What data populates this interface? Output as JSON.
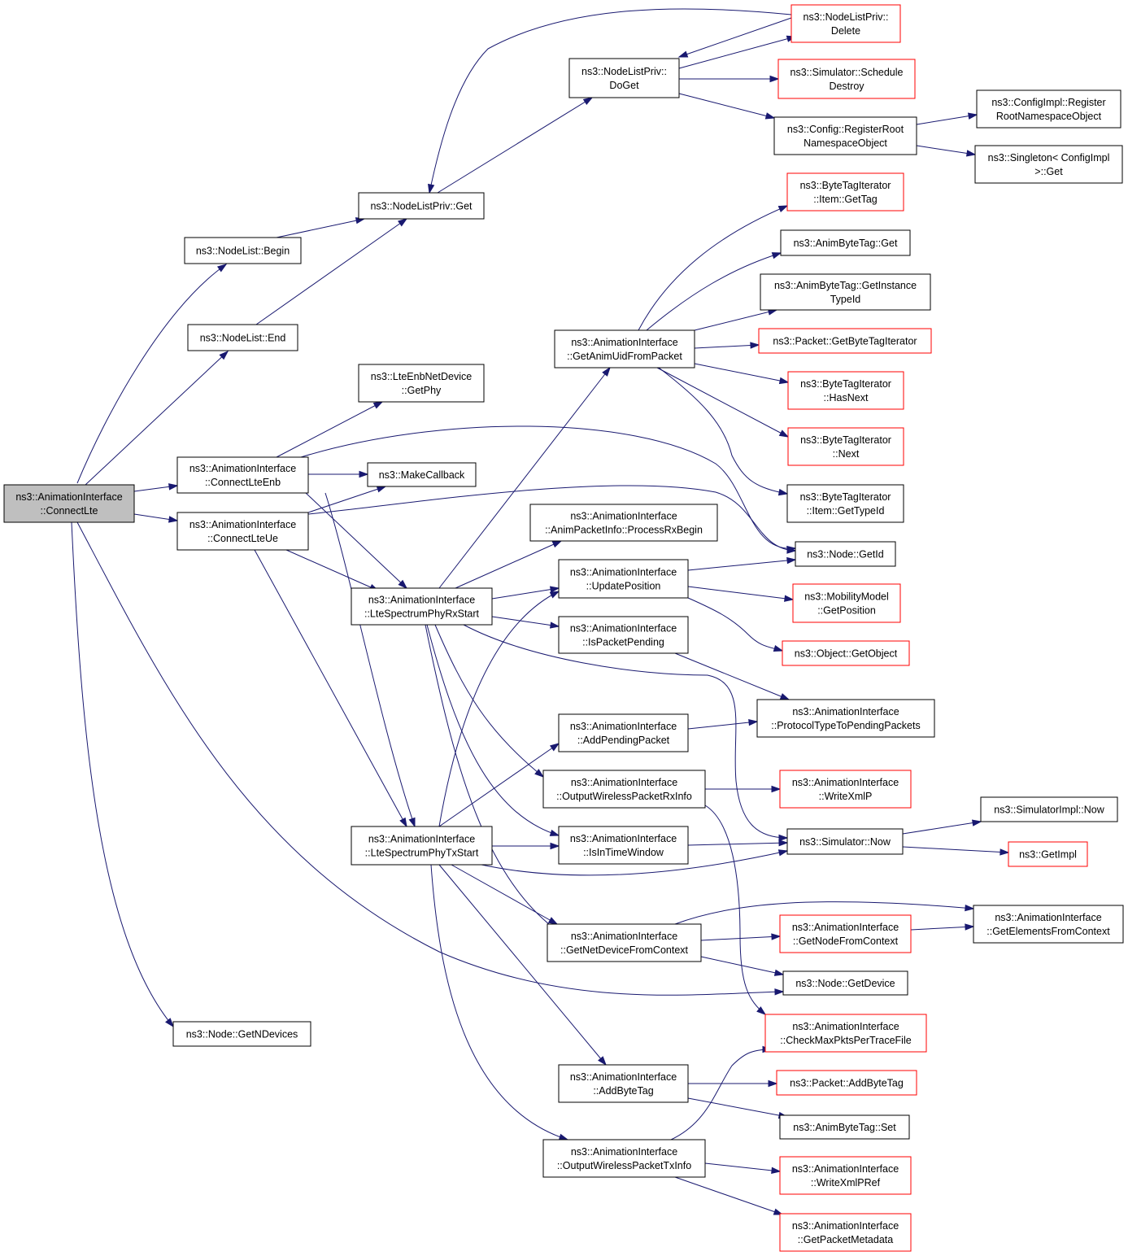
{
  "colors": {
    "edge": "#191970",
    "node_border": "#000000",
    "truncated_border": "#ff0000",
    "root_fill": "#bfbfbf"
  },
  "nodes": {
    "root": {
      "lines": [
        "ns3::AnimationInterface",
        "::ConnectLte"
      ]
    },
    "nodelist_begin": {
      "lines": [
        "ns3::NodeList::Begin"
      ]
    },
    "nodelist_end": {
      "lines": [
        "ns3::NodeList::End"
      ]
    },
    "nodelistpriv_get": {
      "lines": [
        "ns3::NodeListPriv::Get"
      ]
    },
    "nodelistpriv_doget": {
      "lines": [
        "ns3::NodeListPriv::",
        "DoGet"
      ]
    },
    "nodelistpriv_delete": {
      "lines": [
        "ns3::NodeListPriv::",
        "Delete"
      ]
    },
    "simulator_schedule_destroy": {
      "lines": [
        "ns3::Simulator::Schedule",
        "Destroy"
      ]
    },
    "config_register_root": {
      "lines": [
        "ns3::Config::RegisterRoot",
        "NamespaceObject"
      ]
    },
    "configimpl_register_root": {
      "lines": [
        "ns3::ConfigImpl::Register",
        "RootNamespaceObject"
      ]
    },
    "singleton_get": {
      "lines": [
        "ns3::Singleton< ConfigImpl",
        ">::Get"
      ]
    },
    "connect_lte_enb": {
      "lines": [
        "ns3::AnimationInterface",
        "::ConnectLteEnb"
      ]
    },
    "connect_lte_ue": {
      "lines": [
        "ns3::AnimationInterface",
        "::ConnectLteUe"
      ]
    },
    "lteenb_getphy": {
      "lines": [
        "ns3::LteEnbNetDevice",
        "::GetPhy"
      ]
    },
    "make_callback": {
      "lines": [
        "ns3::MakeCallback"
      ]
    },
    "get_anim_uid": {
      "lines": [
        "ns3::AnimationInterface",
        "::GetAnimUidFromPacket"
      ]
    },
    "bytetag_item_gettag": {
      "lines": [
        "ns3::ByteTagIterator",
        "::Item::GetTag"
      ]
    },
    "animbytetag_get": {
      "lines": [
        "ns3::AnimByteTag::Get"
      ]
    },
    "animbytetag_getinstance": {
      "lines": [
        "ns3::AnimByteTag::GetInstance",
        "TypeId"
      ]
    },
    "packet_getbytetagiter": {
      "lines": [
        "ns3::Packet::GetByteTagIterator"
      ]
    },
    "bytetag_hasnext": {
      "lines": [
        "ns3::ByteTagIterator",
        "::HasNext"
      ]
    },
    "bytetag_next": {
      "lines": [
        "ns3::ByteTagIterator",
        "::Next"
      ]
    },
    "bytetag_item_gettypeid": {
      "lines": [
        "ns3::ByteTagIterator",
        "::Item::GetTypeId"
      ]
    },
    "anim_packet_info": {
      "lines": [
        "ns3::AnimationInterface",
        "::AnimPacketInfo::ProcessRxBegin"
      ]
    },
    "node_getid": {
      "lines": [
        "ns3::Node::GetId"
      ]
    },
    "update_position": {
      "lines": [
        "ns3::AnimationInterface",
        "::UpdatePosition"
      ]
    },
    "mobility_getposition": {
      "lines": [
        "ns3::MobilityModel",
        "::GetPosition"
      ]
    },
    "object_getobject": {
      "lines": [
        "ns3::Object::GetObject"
      ]
    },
    "lte_rx_start": {
      "lines": [
        "ns3::AnimationInterface",
        "::LteSpectrumPhyRxStart"
      ]
    },
    "is_packet_pending": {
      "lines": [
        "ns3::AnimationInterface",
        "::IsPacketPending"
      ]
    },
    "protocol_type_pending": {
      "lines": [
        "ns3::AnimationInterface",
        "::ProtocolTypeToPendingPackets"
      ]
    },
    "add_pending_packet": {
      "lines": [
        "ns3::AnimationInterface",
        "::AddPendingPacket"
      ]
    },
    "output_rx_info": {
      "lines": [
        "ns3::AnimationInterface",
        "::OutputWirelessPacketRxInfo"
      ]
    },
    "write_xmlp": {
      "lines": [
        "ns3::AnimationInterface",
        "::WriteXmlP"
      ]
    },
    "simulatorimpl_now": {
      "lines": [
        "ns3::SimulatorImpl::Now"
      ]
    },
    "lte_tx_start": {
      "lines": [
        "ns3::AnimationInterface",
        "::LteSpectrumPhyTxStart"
      ]
    },
    "is_in_time_window": {
      "lines": [
        "ns3::AnimationInterface",
        "::IsInTimeWindow"
      ]
    },
    "simulator_now": {
      "lines": [
        "ns3::Simulator::Now"
      ]
    },
    "get_impl": {
      "lines": [
        "ns3::GetImpl"
      ]
    },
    "get_elements_ctx": {
      "lines": [
        "ns3::AnimationInterface",
        "::GetElementsFromContext"
      ]
    },
    "get_netdevice_ctx": {
      "lines": [
        "ns3::AnimationInterface",
        "::GetNetDeviceFromContext"
      ]
    },
    "get_node_ctx": {
      "lines": [
        "ns3::AnimationInterface",
        "::GetNodeFromContext"
      ]
    },
    "node_getdevice": {
      "lines": [
        "ns3::Node::GetDevice"
      ]
    },
    "node_getndevices": {
      "lines": [
        "ns3::Node::GetNDevices"
      ]
    },
    "check_max_pkts": {
      "lines": [
        "ns3::AnimationInterface",
        "::CheckMaxPktsPerTraceFile"
      ]
    },
    "add_byte_tag": {
      "lines": [
        "ns3::AnimationInterface",
        "::AddByteTag"
      ]
    },
    "packet_addbytetag": {
      "lines": [
        "ns3::Packet::AddByteTag"
      ]
    },
    "animbytetag_set": {
      "lines": [
        "ns3::AnimByteTag::Set"
      ]
    },
    "output_tx_info": {
      "lines": [
        "ns3::AnimationInterface",
        "::OutputWirelessPacketTxInfo"
      ]
    },
    "write_xmlpref": {
      "lines": [
        "ns3::AnimationInterface",
        "::WriteXmlPRef"
      ]
    },
    "get_packet_metadata": {
      "lines": [
        "ns3::AnimationInterface",
        "::GetPacketMetadata"
      ]
    }
  }
}
